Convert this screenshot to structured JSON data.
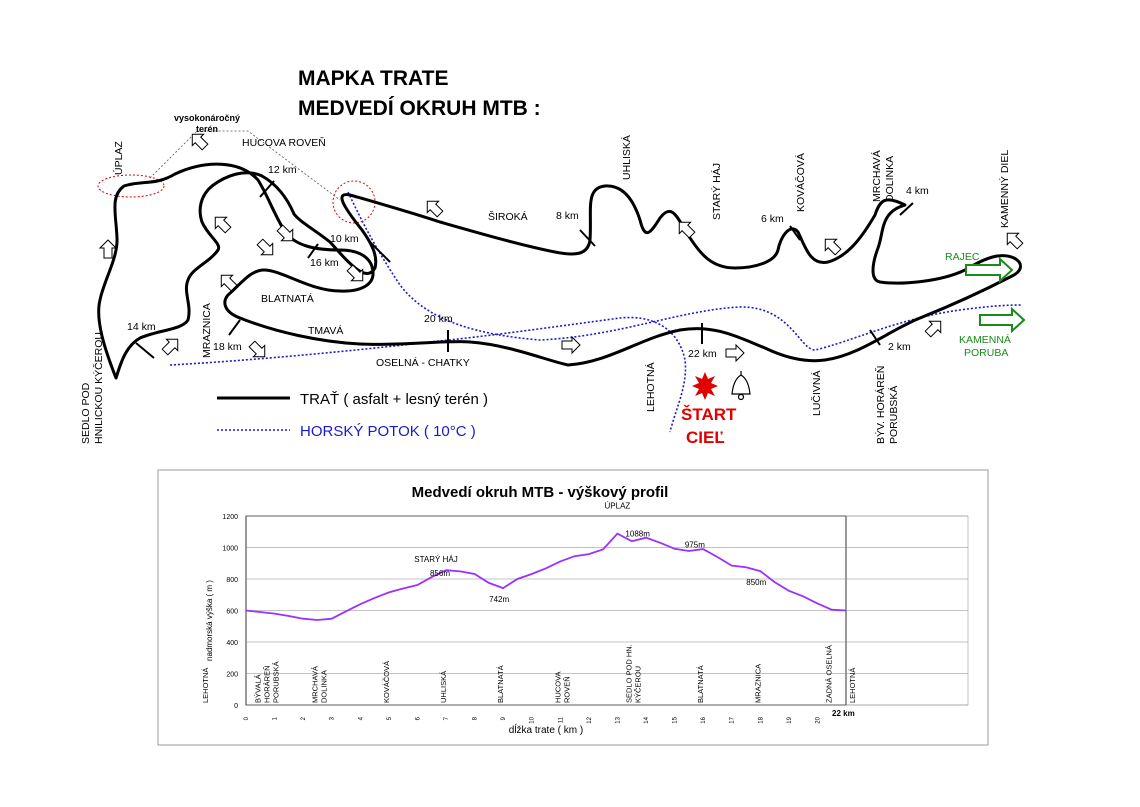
{
  "map": {
    "title_line1": "MAPKA  TRATE",
    "title_line2": "MEDVEDÍ  OKRUH  MTB :",
    "note_hard_terrain_1": "vysokonáročný",
    "note_hard_terrain_2": "terén",
    "places": {
      "uplaz": "ÚPLAZ",
      "hucova_roven": "HUCOVA ROVEŇ",
      "uhliska": "UHLISKÁ",
      "stary_haj": "STARÝ HÁJ",
      "kovacova": "KOVÁČOVÁ",
      "mrchava_1": "MRCHAVÁ",
      "mrchava_2": "DOLINKA",
      "kamenny_diel": "KAMENNÝ DIEL",
      "siroka": "ŠIROKÁ",
      "blatnata": "BLATNATÁ",
      "tmava": "TMAVÁ",
      "mraznica": "MRAZNICA",
      "oselna": "OSELNÁ - CHATKY",
      "lehotna": "LEHOTNÁ",
      "lucivna": "LUČIVNÁ",
      "byv_1": "BÝV. HORÁREŇ",
      "byv_2": "PORUBSKÁ",
      "sedlo_1": "SEDLO POD",
      "sedlo_2": "HNILICKOU KÝČEROU",
      "rajec": "RAJEC",
      "kamenna_1": "KAMENNÁ",
      "kamenna_2": "PORUBA"
    },
    "km_marks": {
      "k2": "2 km",
      "k4": "4 km",
      "k6": "6 km",
      "k8": "8 km",
      "k10": "10 km",
      "k12": "12 km",
      "k14": "14 km",
      "k16": "16 km",
      "k18": "18 km",
      "k20": "20 km",
      "k22": "22 km"
    },
    "start_1": "ŠTART",
    "start_2": "CIEĽ",
    "legend_track": "TRAŤ ( asfalt + lesný terén )",
    "legend_stream": "HORSKÝ POTOK  ( 10°C )",
    "colors": {
      "track": "#000000",
      "stream": "#1a1acc",
      "start": "#e00000",
      "direction": "#1a8a1a"
    }
  },
  "chart_data": {
    "type": "line",
    "title": "Medvedí okruh MTB - výškový profil",
    "xlabel": "dĺžka trate ( km )",
    "ylabel": "nadmorská výška ( m )",
    "xlim": [
      0,
      21
    ],
    "ylim": [
      0,
      1200
    ],
    "yticks": [
      0,
      200,
      400,
      600,
      800,
      1000,
      1200
    ],
    "xticks": [
      0,
      1,
      2,
      3,
      4,
      5,
      6,
      7,
      8,
      9,
      10,
      11,
      12,
      13,
      14,
      15,
      16,
      17,
      18,
      19,
      20
    ],
    "end_label": "22 km",
    "grid": true,
    "line_color": "#9b30ff",
    "x": [
      0,
      1,
      1.5,
      2,
      2.5,
      3,
      3.5,
      4,
      4.5,
      5,
      5.5,
      6,
      6.5,
      7,
      7.5,
      8,
      8.5,
      9,
      9.5,
      10,
      10.5,
      11,
      11.5,
      12,
      12.5,
      13,
      13.5,
      14,
      14.5,
      15,
      15.5,
      16,
      16.5,
      17,
      17.5,
      18,
      18.5,
      19,
      19.5,
      20,
      20.5,
      21
    ],
    "y": [
      600,
      580,
      565,
      548,
      540,
      548,
      595,
      640,
      680,
      715,
      740,
      762,
      812,
      856,
      848,
      832,
      775,
      742,
      800,
      832,
      868,
      912,
      945,
      958,
      988,
      1088,
      1040,
      1062,
      1030,
      992,
      978,
      990,
      940,
      885,
      875,
      850,
      780,
      725,
      690,
      645,
      605,
      600
    ],
    "annotations": [
      {
        "label": "ÚPLAZ",
        "x": 13,
        "y": 1088
      },
      {
        "label": "1088m",
        "x": 13,
        "y": 1088
      },
      {
        "label": "975m",
        "x": 15.5,
        "y": 975
      },
      {
        "label": "STARÝ HÁJ",
        "x": 7,
        "y": 856
      },
      {
        "label": "856m",
        "x": 7,
        "y": 856
      },
      {
        "label": "742m",
        "x": 9,
        "y": 742
      },
      {
        "label": "850m",
        "x": 18,
        "y": 850
      }
    ],
    "locations": [
      {
        "label": "LEHOTNÁ",
        "x": -1
      },
      {
        "label": "BÝVALÁ HORÁREŇ PORUBSKÁ",
        "x": 0.5
      },
      {
        "label": "MRCHAVÁ DOLINKA",
        "x": 2.5
      },
      {
        "label": "KOVÁČOVÁ",
        "x": 5
      },
      {
        "label": "UHLISKÁ",
        "x": 7
      },
      {
        "label": "BLATNATÁ",
        "x": 9
      },
      {
        "label": "HUCOVA ROVEŇ",
        "x": 11
      },
      {
        "label": "SEDLO POD HN. KÝČEROU",
        "x": 13.5
      },
      {
        "label": "BLATNATÁ",
        "x": 16
      },
      {
        "label": "MRAZNICA",
        "x": 18
      },
      {
        "label": "ZADNÁ OSELNÁ",
        "x": 20.5
      },
      {
        "label": "LEHOTNÁ",
        "x": 21.5
      }
    ]
  }
}
